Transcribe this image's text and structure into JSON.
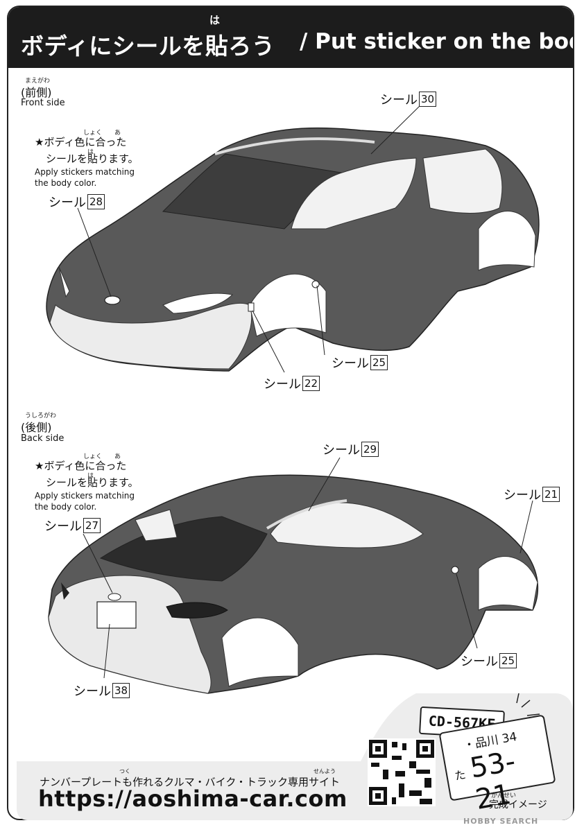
{
  "header": {
    "ruby": "は",
    "title_jp": "ボディにシールを貼ろう",
    "title_en": "/ Put sticker on the body."
  },
  "front": {
    "ruby": "まえがわ",
    "title_jp": "(前側)",
    "title_en": "Front side",
    "note_ruby_shoku": "しょく",
    "note_ruby_a": "あ",
    "note_ruby_ha": "は",
    "note_jp_1": "★ボディ色に合った",
    "note_jp_2": "シールを貼ります。",
    "note_en_1": "Apply stickers matching",
    "note_en_2": "the body color."
  },
  "back": {
    "ruby": "うしろがわ",
    "title_jp": "(後側)",
    "title_en": "Back side",
    "note_ruby_shoku": "しょく",
    "note_ruby_a": "あ",
    "note_ruby_ha": "は",
    "note_jp_1": "★ボディ色に合った",
    "note_jp_2": "シールを貼ります。",
    "note_en_1": "Apply stickers matching",
    "note_en_2": "the body color."
  },
  "sticker_word": "シール",
  "stickers_front": {
    "s30": "30",
    "s28": "28",
    "s25": "25",
    "s22": "22"
  },
  "stickers_back": {
    "s29": "29",
    "s27": "27",
    "s21": "21",
    "s25": "25",
    "s38": "38"
  },
  "promo": {
    "text_jp": "ナンバープレートも作れるクルマ・バイク・トラック専用サイト",
    "ruby_tsuku": "つく",
    "ruby_senyou": "せんよう",
    "url": "https://aoshima-car.com",
    "plate_small": "CD-567KF",
    "plate_region": "・品川 34",
    "plate_kana": "た",
    "plate_number": "53-21",
    "kansei_ruby": "かんせい",
    "kansei": "完成イメージ"
  },
  "watermark": "HOBBY SEARCH",
  "colors": {
    "header_bg": "#1c1c1c",
    "body_gray": "#5a5a5a",
    "body_light": "#e9e9e9"
  }
}
